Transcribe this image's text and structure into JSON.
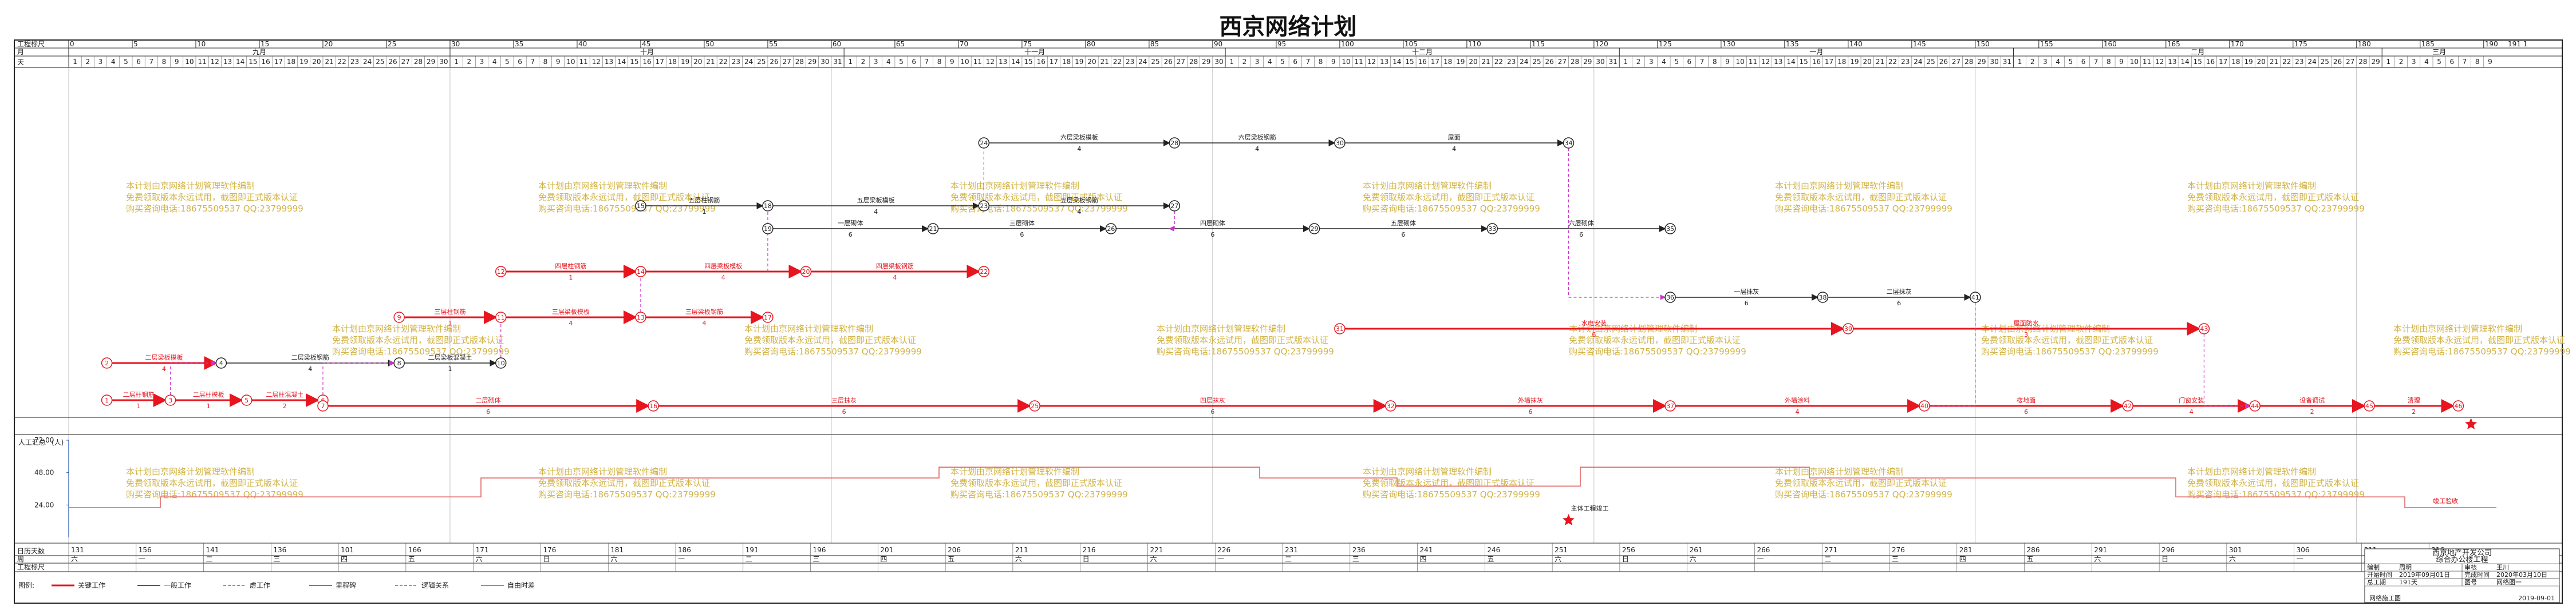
{
  "title": "西京网络计划",
  "colors": {
    "critical": "#e8141e",
    "normal": "#222222",
    "virtual": "#cc33cc",
    "watermark": "#d2b448",
    "resource": "#e06666",
    "axis_blue": "#2255aa"
  },
  "header_rows": {
    "duration_label": "工程标尺",
    "month_label": "月",
    "day_label": "天",
    "months": [
      {
        "name": "九月"
      },
      {
        "name": "十月"
      },
      {
        "name": "十一月"
      },
      {
        "name": "十二月"
      },
      {
        "name": "一月"
      },
      {
        "name": "二月"
      },
      {
        "name": "三月"
      }
    ],
    "duration_ticks": [
      "0",
      "5",
      "10",
      "15",
      "20",
      "25",
      "30",
      "35",
      "40",
      "45",
      "50",
      "55",
      "60",
      "65",
      "70",
      "75",
      "80",
      "85",
      "90",
      "95",
      "100",
      "105",
      "110",
      "115",
      "120",
      "125",
      "130",
      "135",
      "140",
      "145",
      "150",
      "155",
      "160",
      "165",
      "170",
      "175",
      "180",
      "185",
      "190"
    ],
    "end_tick": "191 1"
  },
  "bottom_rows": {
    "calendar_label": "日历天数",
    "week_label": "周",
    "duration_label": "工程标尺",
    "calendar_ticks": [
      "131",
      "156",
      "141",
      "136",
      "101",
      "166",
      "171",
      "176",
      "181",
      "186",
      "191",
      "196",
      "201",
      "206",
      "211",
      "216",
      "221",
      "226",
      "231",
      "236",
      "241",
      "246",
      "251",
      "256",
      "261",
      "266",
      "271",
      "276",
      "281",
      "286",
      "291",
      "296",
      "301",
      "306",
      "311",
      "316"
    ],
    "week_marks": [
      "六",
      "一",
      "二",
      "三",
      "四",
      "五",
      "六",
      "日"
    ]
  },
  "resource": {
    "label": "人工汇总",
    "unit": "(人)",
    "axis_ticks": [
      "72.00",
      "48.00",
      "24.00"
    ],
    "levels": [
      22,
      22,
      30,
      30,
      30,
      30,
      30,
      30,
      30,
      44,
      44,
      44,
      44,
      44,
      44,
      44,
      44,
      44,
      44,
      52,
      52,
      52,
      52,
      52,
      52,
      52,
      44,
      44,
      44,
      38,
      38,
      38,
      38,
      52,
      52,
      52,
      52,
      52,
      44,
      44,
      44,
      44,
      44,
      44,
      44,
      44,
      30,
      30,
      30,
      30,
      30,
      22,
      22
    ]
  },
  "milestones": [
    {
      "label": "主体工程竣工"
    },
    {
      "label": "竣工验收"
    }
  ],
  "tasks": [
    {
      "label": "二层柱钢筋",
      "dur": "1",
      "critical": true
    },
    {
      "label": "二层柱模板",
      "dur": "1",
      "critical": true
    },
    {
      "label": "二层柱混凝土",
      "dur": "2",
      "critical": true
    },
    {
      "label": "二层梁板模板",
      "dur": "4",
      "critical": true
    },
    {
      "label": "二层梁板钢筋",
      "dur": "4",
      "critical": false
    },
    {
      "label": "二层梁板混凝土",
      "dur": "1",
      "critical": false
    },
    {
      "label": "三层柱钢筋",
      "dur": "1",
      "critical": true
    },
    {
      "label": "三层梁板模板",
      "dur": "4",
      "critical": true
    },
    {
      "label": "三层梁板钢筋",
      "dur": "4",
      "critical": true
    },
    {
      "label": "四层柱钢筋",
      "dur": "1",
      "critical": true
    },
    {
      "label": "四层梁板模板",
      "dur": "4",
      "critical": true
    },
    {
      "label": "四层梁板钢筋",
      "dur": "4",
      "critical": true
    },
    {
      "label": "五层柱钢筋",
      "dur": "1",
      "critical": false
    },
    {
      "label": "五层梁板模板",
      "dur": "4",
      "critical": false
    },
    {
      "label": "五层梁板钢筋",
      "dur": "4",
      "critical": false
    },
    {
      "label": "六层梁板模板",
      "dur": "4",
      "critical": false
    },
    {
      "label": "六层梁板钢筋",
      "dur": "4",
      "critical": false
    },
    {
      "label": "屋面",
      "dur": "4",
      "critical": false
    },
    {
      "label": "一层砌体",
      "dur": "6",
      "critical": false
    },
    {
      "label": "三层砌体",
      "dur": "6",
      "critical": false
    },
    {
      "label": "四层砌体",
      "dur": "6",
      "critical": false
    },
    {
      "label": "五层砌体",
      "dur": "6",
      "critical": false
    },
    {
      "label": "六层砌体",
      "dur": "6",
      "critical": false
    },
    {
      "label": "一层抹灰",
      "dur": "6",
      "critical": false
    },
    {
      "label": "二层抹灰",
      "dur": "6",
      "critical": false
    },
    {
      "label": "二层砌体",
      "dur": "6",
      "critical": true
    },
    {
      "label": "三层抹灰",
      "dur": "6",
      "critical": true
    },
    {
      "label": "四层抹灰",
      "dur": "6",
      "critical": true
    },
    {
      "label": "外墙抹灰",
      "dur": "6",
      "critical": true
    },
    {
      "label": "外墙涂料",
      "dur": "4",
      "critical": true
    },
    {
      "label": "楼地面",
      "dur": "6",
      "critical": true
    },
    {
      "label": "门窗安装",
      "dur": "4",
      "critical": true
    },
    {
      "label": "水电安装",
      "dur": "6",
      "critical": true
    },
    {
      "label": "屋面防水",
      "dur": "3",
      "critical": true
    },
    {
      "label": "设备调试",
      "dur": "2",
      "critical": true
    },
    {
      "label": "清理",
      "dur": "2",
      "critical": true
    }
  ],
  "watermark": {
    "line1": "本计划由京网络计划管理软件编制",
    "line2": "免费领取版本永远试用，截图即正式版本认证",
    "line3": "购买咨询电话:18675509537 QQ:23799999"
  },
  "legend": {
    "label": "图例:",
    "items": [
      {
        "label": "关键工作"
      },
      {
        "label": "一般工作"
      },
      {
        "label": "虚工作"
      },
      {
        "label": "里程碑"
      },
      {
        "label": "逻辑关系"
      },
      {
        "label": "自由时差"
      }
    ]
  },
  "title_block": {
    "company": "西京地产开发公司",
    "project": "综合办公楼工程",
    "rows": [
      {
        "k": "编制",
        "v": "周明"
      },
      {
        "k": "审核",
        "v": "王川"
      },
      {
        "k": "开始时间",
        "v": "2019年09月01日"
      },
      {
        "k": "完成时间",
        "v": "2020年03月10日"
      },
      {
        "k": "总工期",
        "v": "191天"
      },
      {
        "k": "图号",
        "v": "网络图一"
      }
    ],
    "date": "2019-09-01",
    "drawing_title": "网络施工图"
  }
}
